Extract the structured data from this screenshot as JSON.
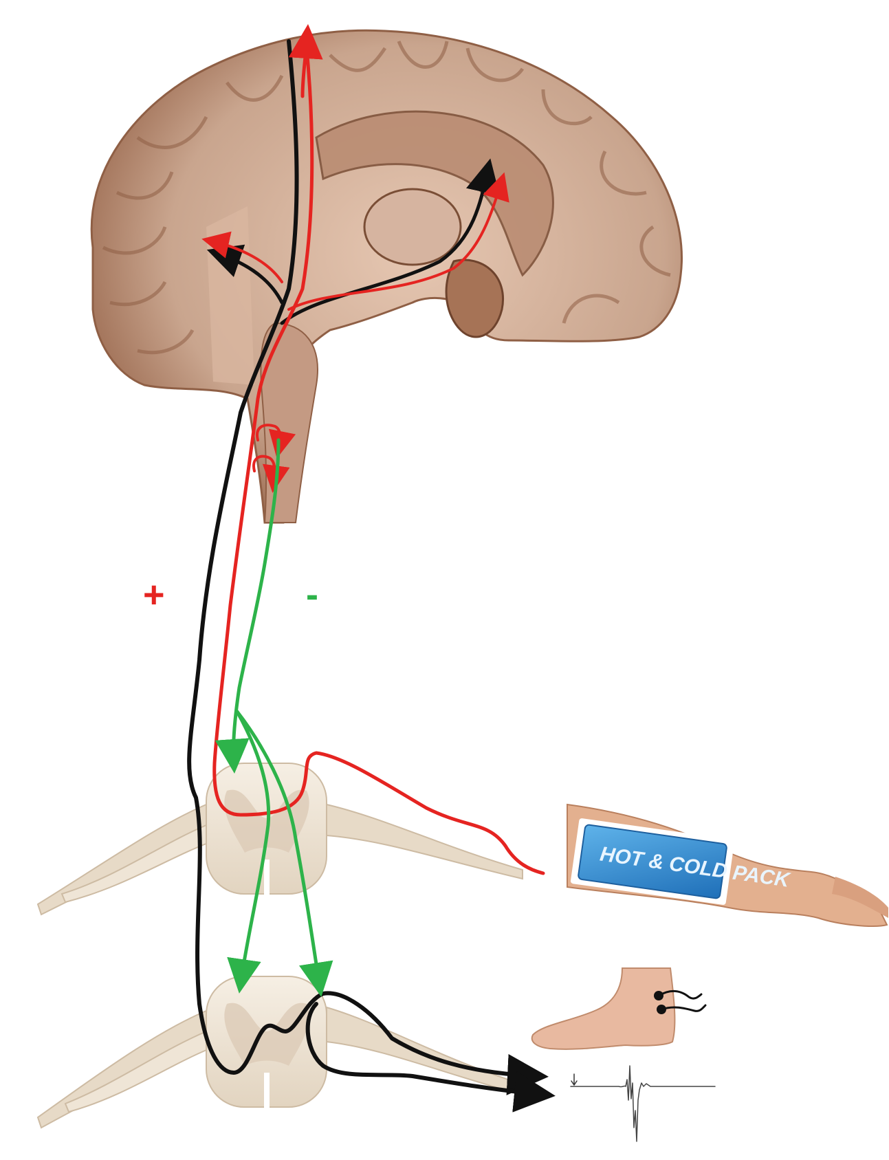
{
  "labels": {
    "plus": "+",
    "minus": "-",
    "cold_pack_text": "HOT & COLD PACK"
  },
  "colors": {
    "excitatory": "#e52421",
    "inhibitory": "#2db34a",
    "motor": "#111111",
    "brain_tissue": "#c9a58e",
    "brain_shadow": "#8f5f45",
    "spinal_cord": "#efe5d6",
    "skin": "#e3b08f",
    "cold_pack": "#2b8fd6",
    "background": "#ffffff"
  },
  "icons": {
    "brain": "brain-midsagittal-illustration",
    "upper_cord": "spinal-cord-cross-section",
    "lower_cord": "spinal-cord-cross-section",
    "arm": "forearm-with-cold-pack",
    "foot": "foot-with-electrodes",
    "trace": "emg-response-trace"
  }
}
